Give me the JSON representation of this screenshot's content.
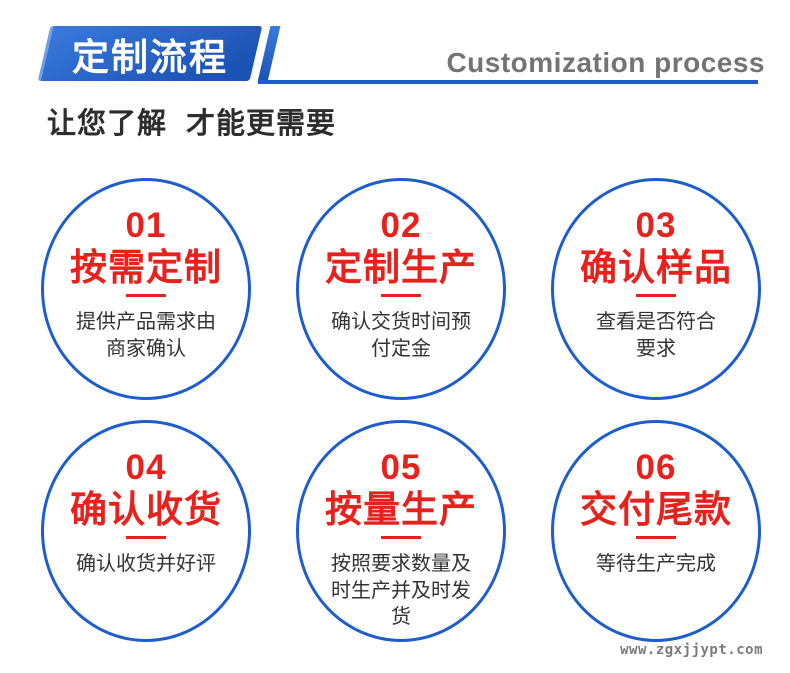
{
  "header": {
    "banner_title": "定制流程",
    "subtitle_en": "Customization process",
    "tagline": "让您了解 才能更需要"
  },
  "steps": [
    {
      "number": "01",
      "title": "按需定制",
      "description": "提供产品需求由\n商家确认"
    },
    {
      "number": "02",
      "title": "定制生产",
      "description": "确认交货时间预\n付定金"
    },
    {
      "number": "03",
      "title": "确认样品",
      "description": "查看是否符合\n要求"
    },
    {
      "number": "04",
      "title": "确认收货",
      "description": "确认收货并好评"
    },
    {
      "number": "05",
      "title": "按量生产",
      "description": "按照要求数量及\n时生产并及时发\n货"
    },
    {
      "number": "06",
      "title": "交付尾款",
      "description": "等待生产完成"
    }
  ],
  "footer": {
    "watermark": "www.zgxjjypt.com"
  },
  "colors": {
    "accent_blue": "#1d5dcd",
    "accent_red": "#e7211c",
    "banner_blue_light": "#3a7ade",
    "banner_blue_dark": "#1c53b4",
    "banner_edge_highlight": "#6f9fe8",
    "gray_text": "#747474"
  }
}
